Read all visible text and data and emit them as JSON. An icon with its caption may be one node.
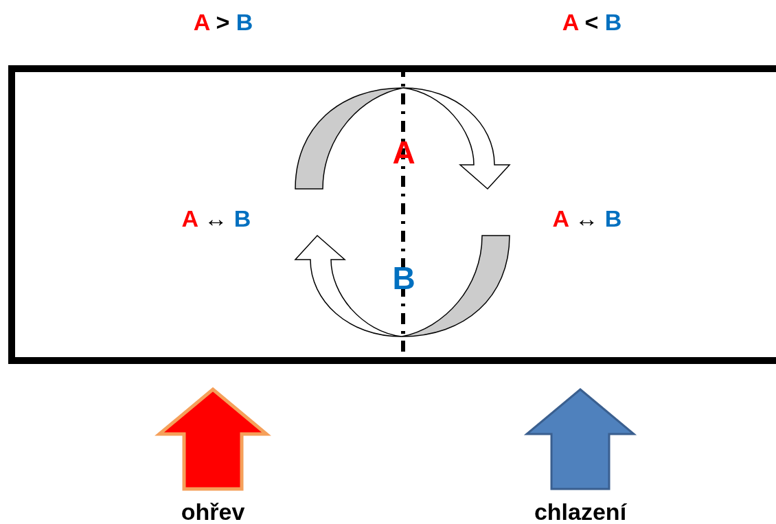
{
  "diagram": {
    "labels": [
      "A > B",
      "A < B",
      "A",
      "A ↔ B",
      "A ↔ B",
      "B",
      "ohřev",
      "chlazení"
    ]
  }
}
